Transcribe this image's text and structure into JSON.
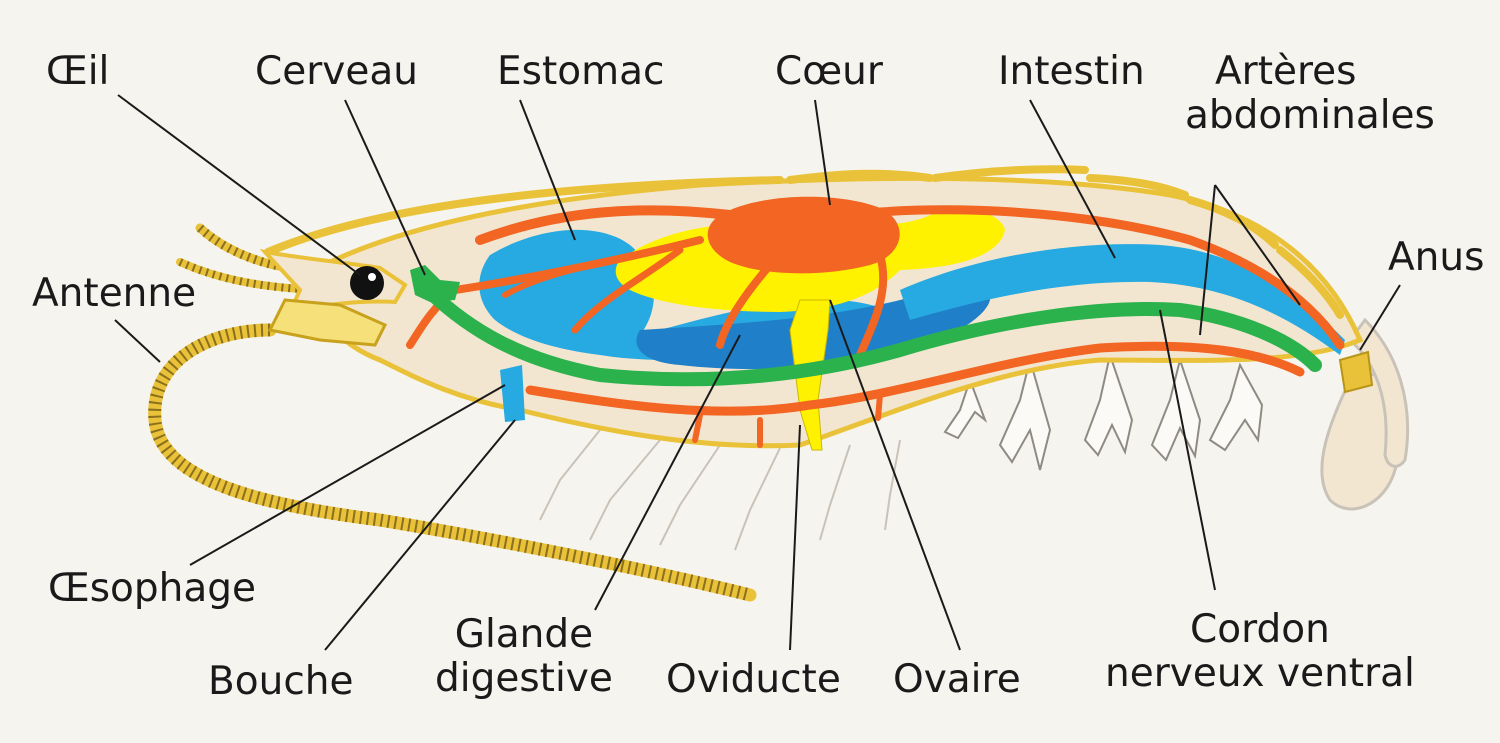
{
  "labels": {
    "oeil": "Œil",
    "cerveau": "Cerveau",
    "estomac": "Estomac",
    "coeur": "Cœur",
    "intestin": "Intestin",
    "arteres_abdominales": [
      "Artères",
      "abdominales"
    ],
    "anus": "Anus",
    "antenne": "Antenne",
    "oesophage": "Œsophage",
    "bouche": "Bouche",
    "glande_digestive": [
      "Glande",
      "digestive"
    ],
    "oviducte": "Oviducte",
    "ovaire": "Ovaire",
    "cordon_nerveux_ventral": [
      "Cordon",
      "nerveux ventral"
    ]
  },
  "colors": {
    "background": "#f6f4ef",
    "body_fill": "#f3e6d0",
    "shell_outline": "#e9c23a",
    "artery": "#f26522",
    "digestive_blue": "#27a9e1",
    "digestive_dark_blue": "#1f7fc9",
    "ovary_yellow": "#fff200",
    "nerve_green": "#2bb24c",
    "eye": "#111111",
    "legs": "#c9c2b8"
  },
  "icons": {
    "eye": "eye-icon"
  }
}
